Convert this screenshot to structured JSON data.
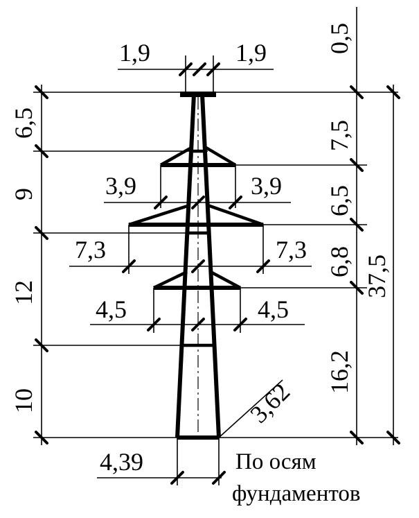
{
  "top_spacing": [
    "1,9",
    "1,9"
  ],
  "right_heights": [
    "0,5",
    "7,5",
    "6,5",
    "6,8",
    "16,2"
  ],
  "total_height": "37,5",
  "left_heights": [
    "6,5",
    "9",
    "12",
    "10"
  ],
  "crossarm_upper": [
    "3,9",
    "3,9"
  ],
  "crossarm_middle": [
    "7,3",
    "7,3"
  ],
  "crossarm_lower": [
    "4,5",
    "4,5"
  ],
  "base_width": "4,39",
  "diagonal": "3,62",
  "caption": [
    "По осям",
    "фундаментов"
  ]
}
